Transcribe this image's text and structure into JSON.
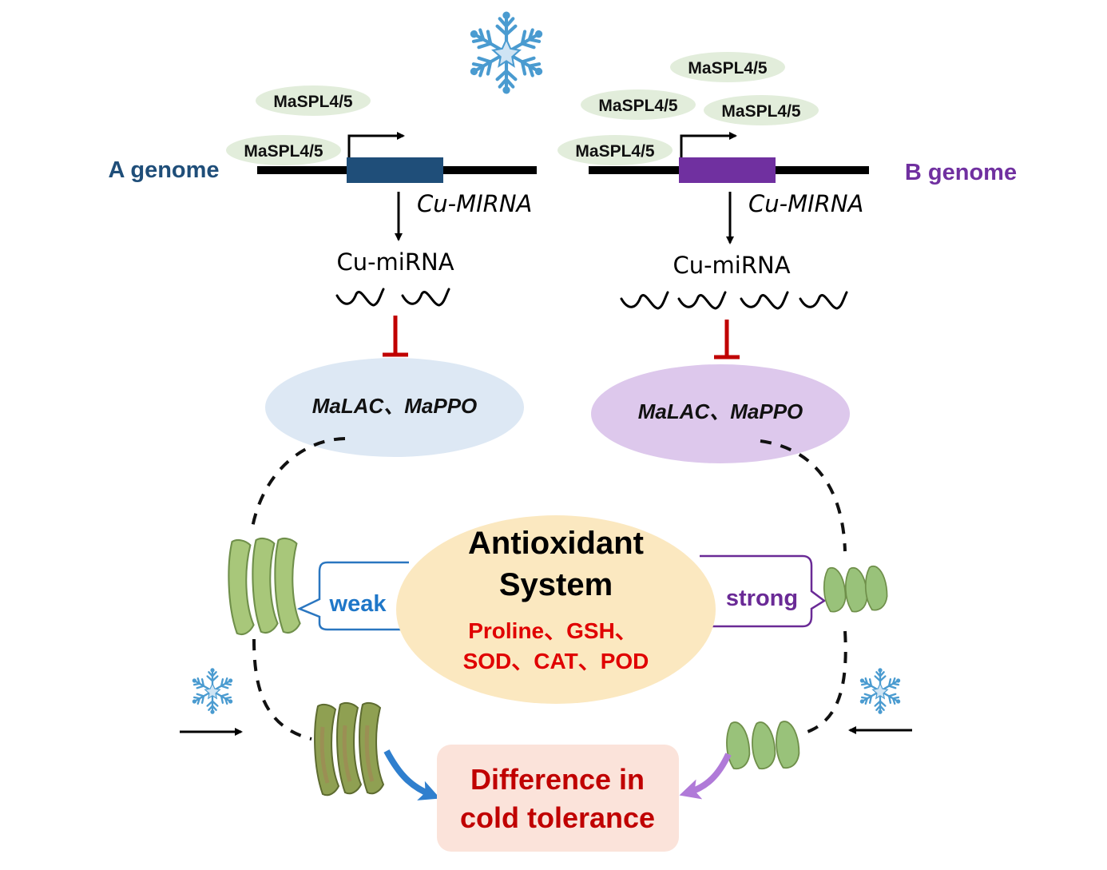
{
  "figure": {
    "type": "mechanism-diagram",
    "colors": {
      "a_genome": "#1f4e79",
      "b_genome": "#7030a0",
      "tf_bubble": "#e2eddb",
      "target_a": "#dde8f4",
      "target_b": "#ddc8ec",
      "antioxidant": "#fbe8c0",
      "inhibition": "#c00000",
      "metabolites": "#e00000",
      "result_box": "#fbe3da",
      "result_text": "#c00000",
      "weak": "#1f77c8",
      "strong": "#6a2a96",
      "snowflake": "#4a9bd0"
    }
  },
  "genome_a": {
    "label": "A genome",
    "gene_label": "Cu-MIRNA",
    "mirna_label": "Cu-miRNA",
    "mirna_copies": 2,
    "transcription_factors": [
      "MaSPL4/5",
      "MaSPL4/5"
    ],
    "targets": "MaLAC、MaPPO",
    "antioxidant_strength": "weak"
  },
  "genome_b": {
    "label": "B genome",
    "gene_label": "Cu-MIRNA",
    "mirna_label": "Cu-miRNA",
    "mirna_copies": 4,
    "transcription_factors": [
      "MaSPL4/5",
      "MaSPL4/5",
      "MaSPL4/5",
      "MaSPL4/5"
    ],
    "targets": "MaLAC、MaPPO",
    "antioxidant_strength": "strong"
  },
  "antioxidant": {
    "title_line1": "Antioxidant",
    "title_line2": "System",
    "metabolites_line1": "Proline、GSH、",
    "metabolites_line2": "SOD、CAT、POD"
  },
  "result": {
    "line1": "Difference in",
    "line2": "cold tolerance"
  },
  "icons": {
    "cold": "snowflake-icon",
    "fruit": "banana-icon"
  }
}
